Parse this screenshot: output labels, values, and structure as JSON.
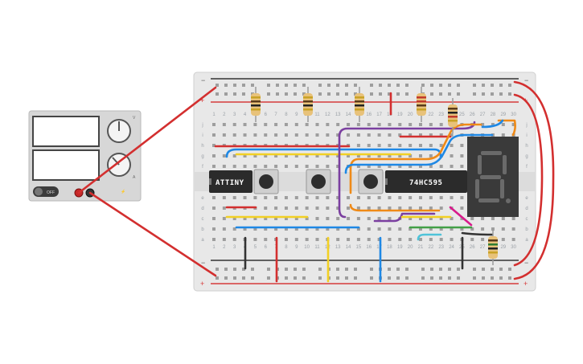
{
  "power_supply": {
    "switch_label": "OFF",
    "knob_top_label": "V",
    "knob_bottom_label": "A"
  },
  "breadboard": {
    "columns": [
      "1",
      "2",
      "3",
      "4",
      "5",
      "6",
      "7",
      "8",
      "9",
      "10",
      "11",
      "12",
      "13",
      "14",
      "15",
      "16",
      "17",
      "18",
      "19",
      "20",
      "21",
      "22",
      "23",
      "24",
      "25",
      "26",
      "27",
      "28",
      "29",
      "30"
    ],
    "rows_top": [
      "j",
      "i",
      "h",
      "g",
      "f"
    ],
    "rows_bottom": [
      "e",
      "d",
      "c",
      "b",
      "a"
    ],
    "rail_minus": "−",
    "rail_plus": "+"
  },
  "components": {
    "attiny_label": "ATTINY",
    "shift_register_label": "74HC595",
    "seven_segment_digit": "8."
  },
  "colors": {
    "board": "#e8e8e8",
    "rail_red": "#d63b3b",
    "rail_blue": "#333333",
    "wire_red": "#d32f2f",
    "wire_blue": "#1e88e5",
    "wire_yellow": "#f2d024",
    "wire_purple": "#7b3fa0",
    "wire_orange": "#ef8a17",
    "wire_green": "#43a047",
    "wire_black": "#333333",
    "wire_cyan": "#4fc3d9",
    "wire_pink": "#d81b8c"
  }
}
